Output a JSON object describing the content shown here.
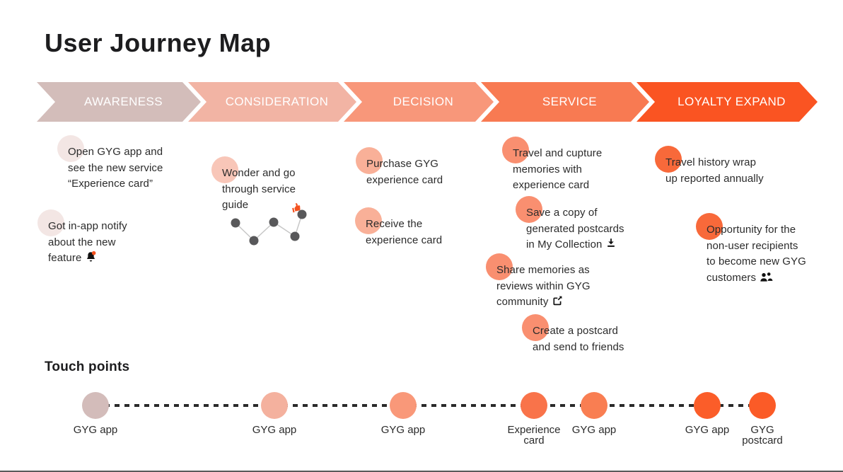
{
  "page": {
    "title": "User Journey Map"
  },
  "stages": [
    {
      "label": "AWARENESS",
      "color": "#d3bdba"
    },
    {
      "label": "CONSIDERATION",
      "color": "#f2b4a4"
    },
    {
      "label": "DECISION",
      "color": "#f8977a"
    },
    {
      "label": "SERVICE",
      "color": "#f87a52"
    },
    {
      "label": "LOYALTY EXPAND",
      "color": "#fa5422"
    }
  ],
  "journey_items": [
    {
      "stage": "AWARENESS",
      "text": "Open GYG app and\nsee the new service\n“Experience card”",
      "bullet_color": "#f3e6e4"
    },
    {
      "stage": "AWARENESS",
      "text": "Got in-app notify\nabout the new\nfeature",
      "icon": "bell-icon",
      "bullet_color": "#f3e6e4"
    },
    {
      "stage": "CONSIDERATION",
      "text": "Wonder and go\nthrough service\nguide",
      "icon": "thumbs-up-icon",
      "bullet_color": "#f8c6b8"
    },
    {
      "stage": "DECISION",
      "text": "Purchase GYG\nexperience card",
      "bullet_color": "#f9b098"
    },
    {
      "stage": "DECISION",
      "text": "Receive the\nexperience card",
      "bullet_color": "#f9b098"
    },
    {
      "stage": "SERVICE",
      "text": "Travel and cupture\nmemories with\nexperience card",
      "bullet_color": "#f98f70"
    },
    {
      "stage": "SERVICE",
      "text": "Save a copy of\ngenerated postcards\nin My Collection",
      "icon": "download-icon",
      "bullet_color": "#f98f70"
    },
    {
      "stage": "SERVICE",
      "text": "Share memories as\nreviews within GYG\ncommunity",
      "icon": "share-external-icon",
      "bullet_color": "#f98f70"
    },
    {
      "stage": "SERVICE",
      "text": "Create a postcard\nand send to friends",
      "bullet_color": "#f98f70"
    },
    {
      "stage": "LOYALTY EXPAND",
      "text": "Travel history wrap\nup reported annually",
      "bullet_color": "#f8693a"
    },
    {
      "stage": "LOYALTY EXPAND",
      "text": "Opportunity for the\nnon-user recipients\nto become new GYG\ncustomers",
      "icon": "people-icon",
      "bullet_color": "#f8693a"
    }
  ],
  "icons": {
    "notification": "bell-icon",
    "like": "thumbs-up-icon",
    "download": "download-icon",
    "share": "share-external-icon",
    "customers": "people-icon"
  },
  "touch_points": {
    "heading": "Touch points",
    "points": [
      {
        "label": "GYG app",
        "color": "#d3bcba"
      },
      {
        "label": "GYG app",
        "color": "#f4b19e"
      },
      {
        "label": "GYG app",
        "color": "#f99879"
      },
      {
        "label": "Experience\ncard",
        "color": "#f9734a"
      },
      {
        "label": "GYG app",
        "color": "#f97e52"
      },
      {
        "label": "GYG app",
        "color": "#fb5d29"
      },
      {
        "label": "GYG\npostcard",
        "color": "#fb5b27"
      }
    ]
  },
  "accent_color": "#f4511e"
}
